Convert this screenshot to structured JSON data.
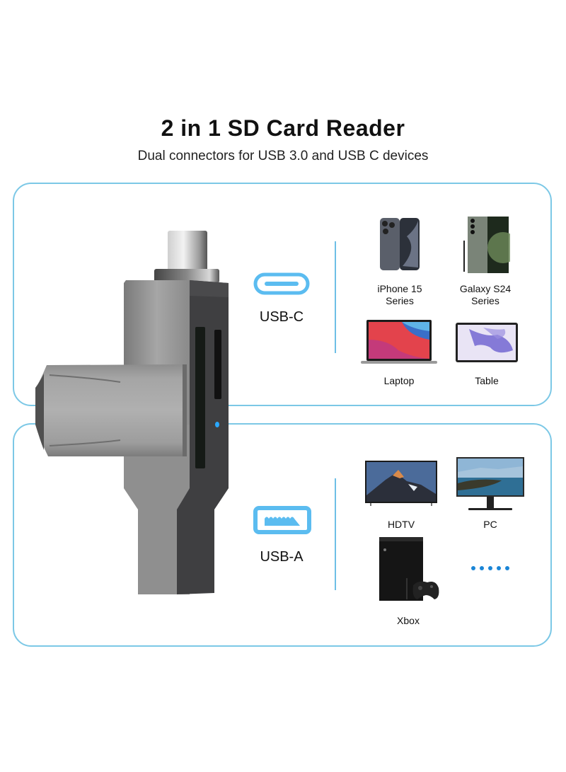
{
  "header": {
    "title": "2 in 1 SD Card Reader",
    "subtitle": "Dual connectors for USB 3.0 and USB C devices"
  },
  "colors": {
    "accent_blue": "#5bbcf0",
    "panel_border": "#7cc8e6",
    "separator": "#6ebfe6",
    "dots": "#1a85d6",
    "led": "#2aa8ff",
    "device_body": "#8e8e8e"
  },
  "product": {
    "name": "sd-card-reader",
    "icon": "usb-card-reader-image"
  },
  "sections": [
    {
      "connector": {
        "label": "USB-C",
        "icon": "usb-c-icon"
      },
      "devices": [
        {
          "label_line1": "iPhone 15",
          "label_line2": "Series",
          "icon": "smartphone-icon"
        },
        {
          "label_line1": "Galaxy S24",
          "label_line2": "Series",
          "icon": "smartphone-stylus-icon"
        },
        {
          "label_line1": "Laptop",
          "label_line2": "",
          "icon": "laptop-icon"
        },
        {
          "label_line1": "Table",
          "label_line2": "",
          "icon": "tablet-icon"
        }
      ]
    },
    {
      "connector": {
        "label": "USB-A",
        "icon": "usb-a-icon"
      },
      "devices": [
        {
          "label_line1": "HDTV",
          "label_line2": "",
          "icon": "tv-icon"
        },
        {
          "label_line1": "PC",
          "label_line2": "",
          "icon": "monitor-icon"
        },
        {
          "label_line1": "Xbox",
          "label_line2": "",
          "icon": "game-console-icon"
        }
      ],
      "more_indicator": "....."
    }
  ]
}
